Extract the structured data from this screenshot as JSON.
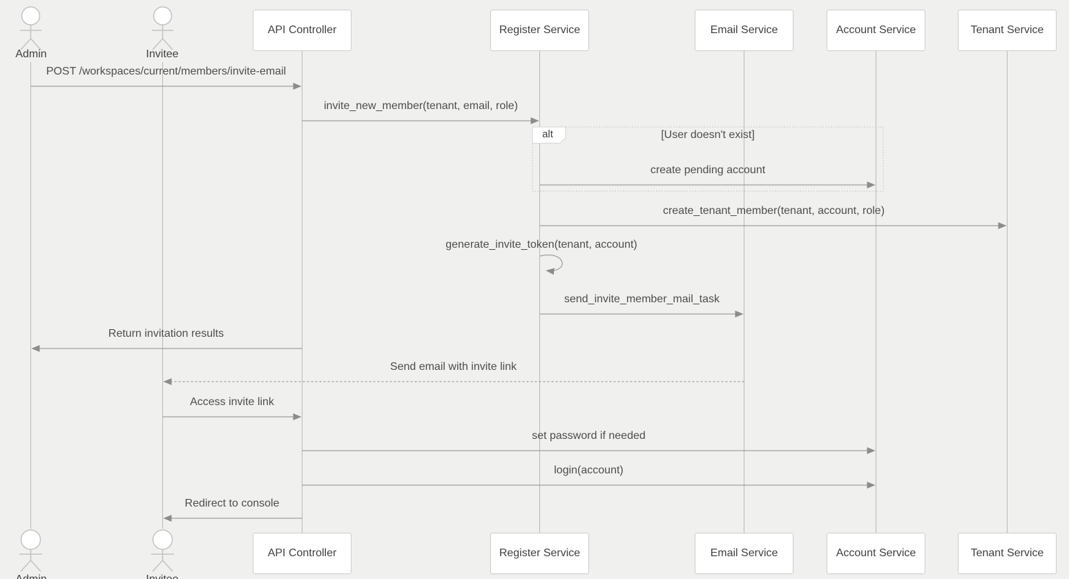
{
  "colors": {
    "background": "#f0f0ee",
    "participant_box_fill": "#ffffff",
    "participant_box_border": "#cccccc",
    "lifeline": "#b8b8b8",
    "message_line": "#8c8c8c",
    "text": "#4d4d4d",
    "fragment_border": "#c9c9c9",
    "actor_stroke": "#c2c2c2"
  },
  "diagram": {
    "kind": "sequence-diagram",
    "actors": [
      {
        "name": "Admin",
        "type": "actor"
      },
      {
        "name": "Invitee",
        "type": "actor"
      }
    ],
    "participants": [
      {
        "name": "API Controller"
      },
      {
        "name": "Register Service"
      },
      {
        "name": "Email Service"
      },
      {
        "name": "Account Service"
      },
      {
        "name": "Tenant Service"
      }
    ],
    "fragment": {
      "type": "alt",
      "condition": "[User doesn't exist]",
      "contains": [
        "create pending account"
      ]
    },
    "messages": [
      {
        "from": "Admin",
        "to": "API Controller",
        "label": "POST /workspaces/current/members/invite-email",
        "line": "solid"
      },
      {
        "from": "API Controller",
        "to": "Register Service",
        "label": "invite_new_member(tenant, email, role)",
        "line": "solid"
      },
      {
        "from": "Register Service",
        "to": "Account Service",
        "label": "create pending account",
        "line": "solid",
        "fragment": "alt"
      },
      {
        "from": "Register Service",
        "to": "Tenant Service",
        "label": "create_tenant_member(tenant, account, role)",
        "line": "solid"
      },
      {
        "from": "Register Service",
        "to": "Register Service",
        "label": "generate_invite_token(tenant, account)",
        "line": "self-loop"
      },
      {
        "from": "Register Service",
        "to": "Email Service",
        "label": "send_invite_member_mail_task",
        "line": "solid"
      },
      {
        "from": "API Controller",
        "to": "Admin",
        "label": "Return invitation results",
        "line": "solid"
      },
      {
        "from": "Email Service",
        "to": "Invitee",
        "label": "Send email with invite link",
        "line": "dashed"
      },
      {
        "from": "Invitee",
        "to": "API Controller",
        "label": "Access invite link",
        "line": "solid"
      },
      {
        "from": "API Controller",
        "to": "Account Service",
        "label": "set password if needed",
        "line": "solid"
      },
      {
        "from": "API Controller",
        "to": "Account Service",
        "label": "login(account)",
        "line": "solid"
      },
      {
        "from": "API Controller",
        "to": "Invitee",
        "label": "Redirect to console",
        "line": "solid"
      }
    ]
  }
}
